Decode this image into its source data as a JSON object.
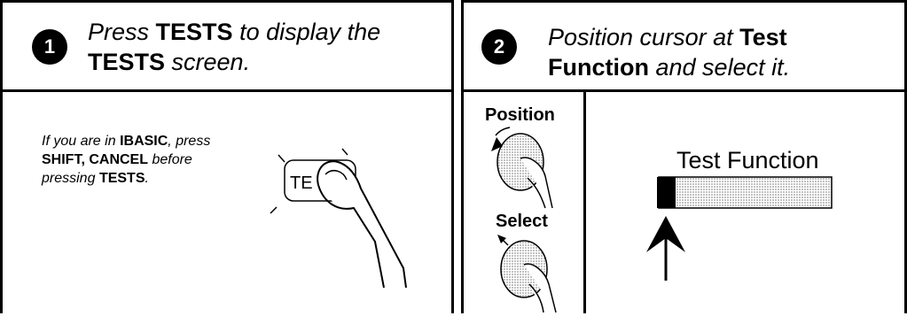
{
  "step1": {
    "number": "1",
    "instruction": {
      "pre": "Press",
      "key": "TESTS",
      "mid": "to display the",
      "key2": "TESTS",
      "post": "screen."
    },
    "note": {
      "part1": "If you are in",
      "ibasic": "IBASIC",
      "part2": ", press",
      "keys": "SHIFT, CANCEL",
      "part3": "before",
      "part4": "pressing",
      "tests": "TESTS",
      "part5": "."
    },
    "key_label": "TE"
  },
  "step2": {
    "number": "2",
    "instruction": {
      "pre": "Position cursor at",
      "key": "Test",
      "key_cont": "Function",
      "post": "and select it."
    },
    "position_label": "Position",
    "select_label": "Select",
    "field_label": "Test Function"
  }
}
